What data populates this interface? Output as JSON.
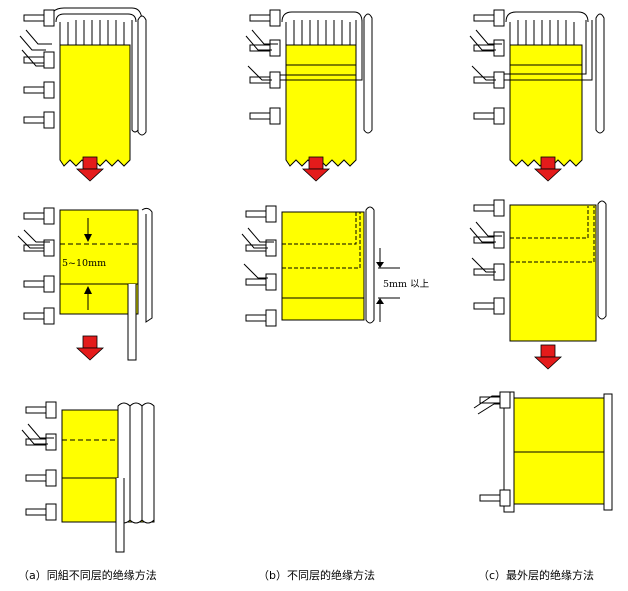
{
  "annotations": {
    "gap_a": "5~10mm",
    "gap_b": "5mm 以上"
  },
  "captions": [
    {
      "label": "（a）同組不同层的绝缘方法"
    },
    {
      "label": "（b）不同层的绝缘方法"
    },
    {
      "label": "（c）最外层的绝缘方法"
    }
  ],
  "colors": {
    "tape": "#ffff00",
    "arrow": "#e41b1b",
    "outline": "#000000",
    "pin_fill": "#ffffff"
  }
}
